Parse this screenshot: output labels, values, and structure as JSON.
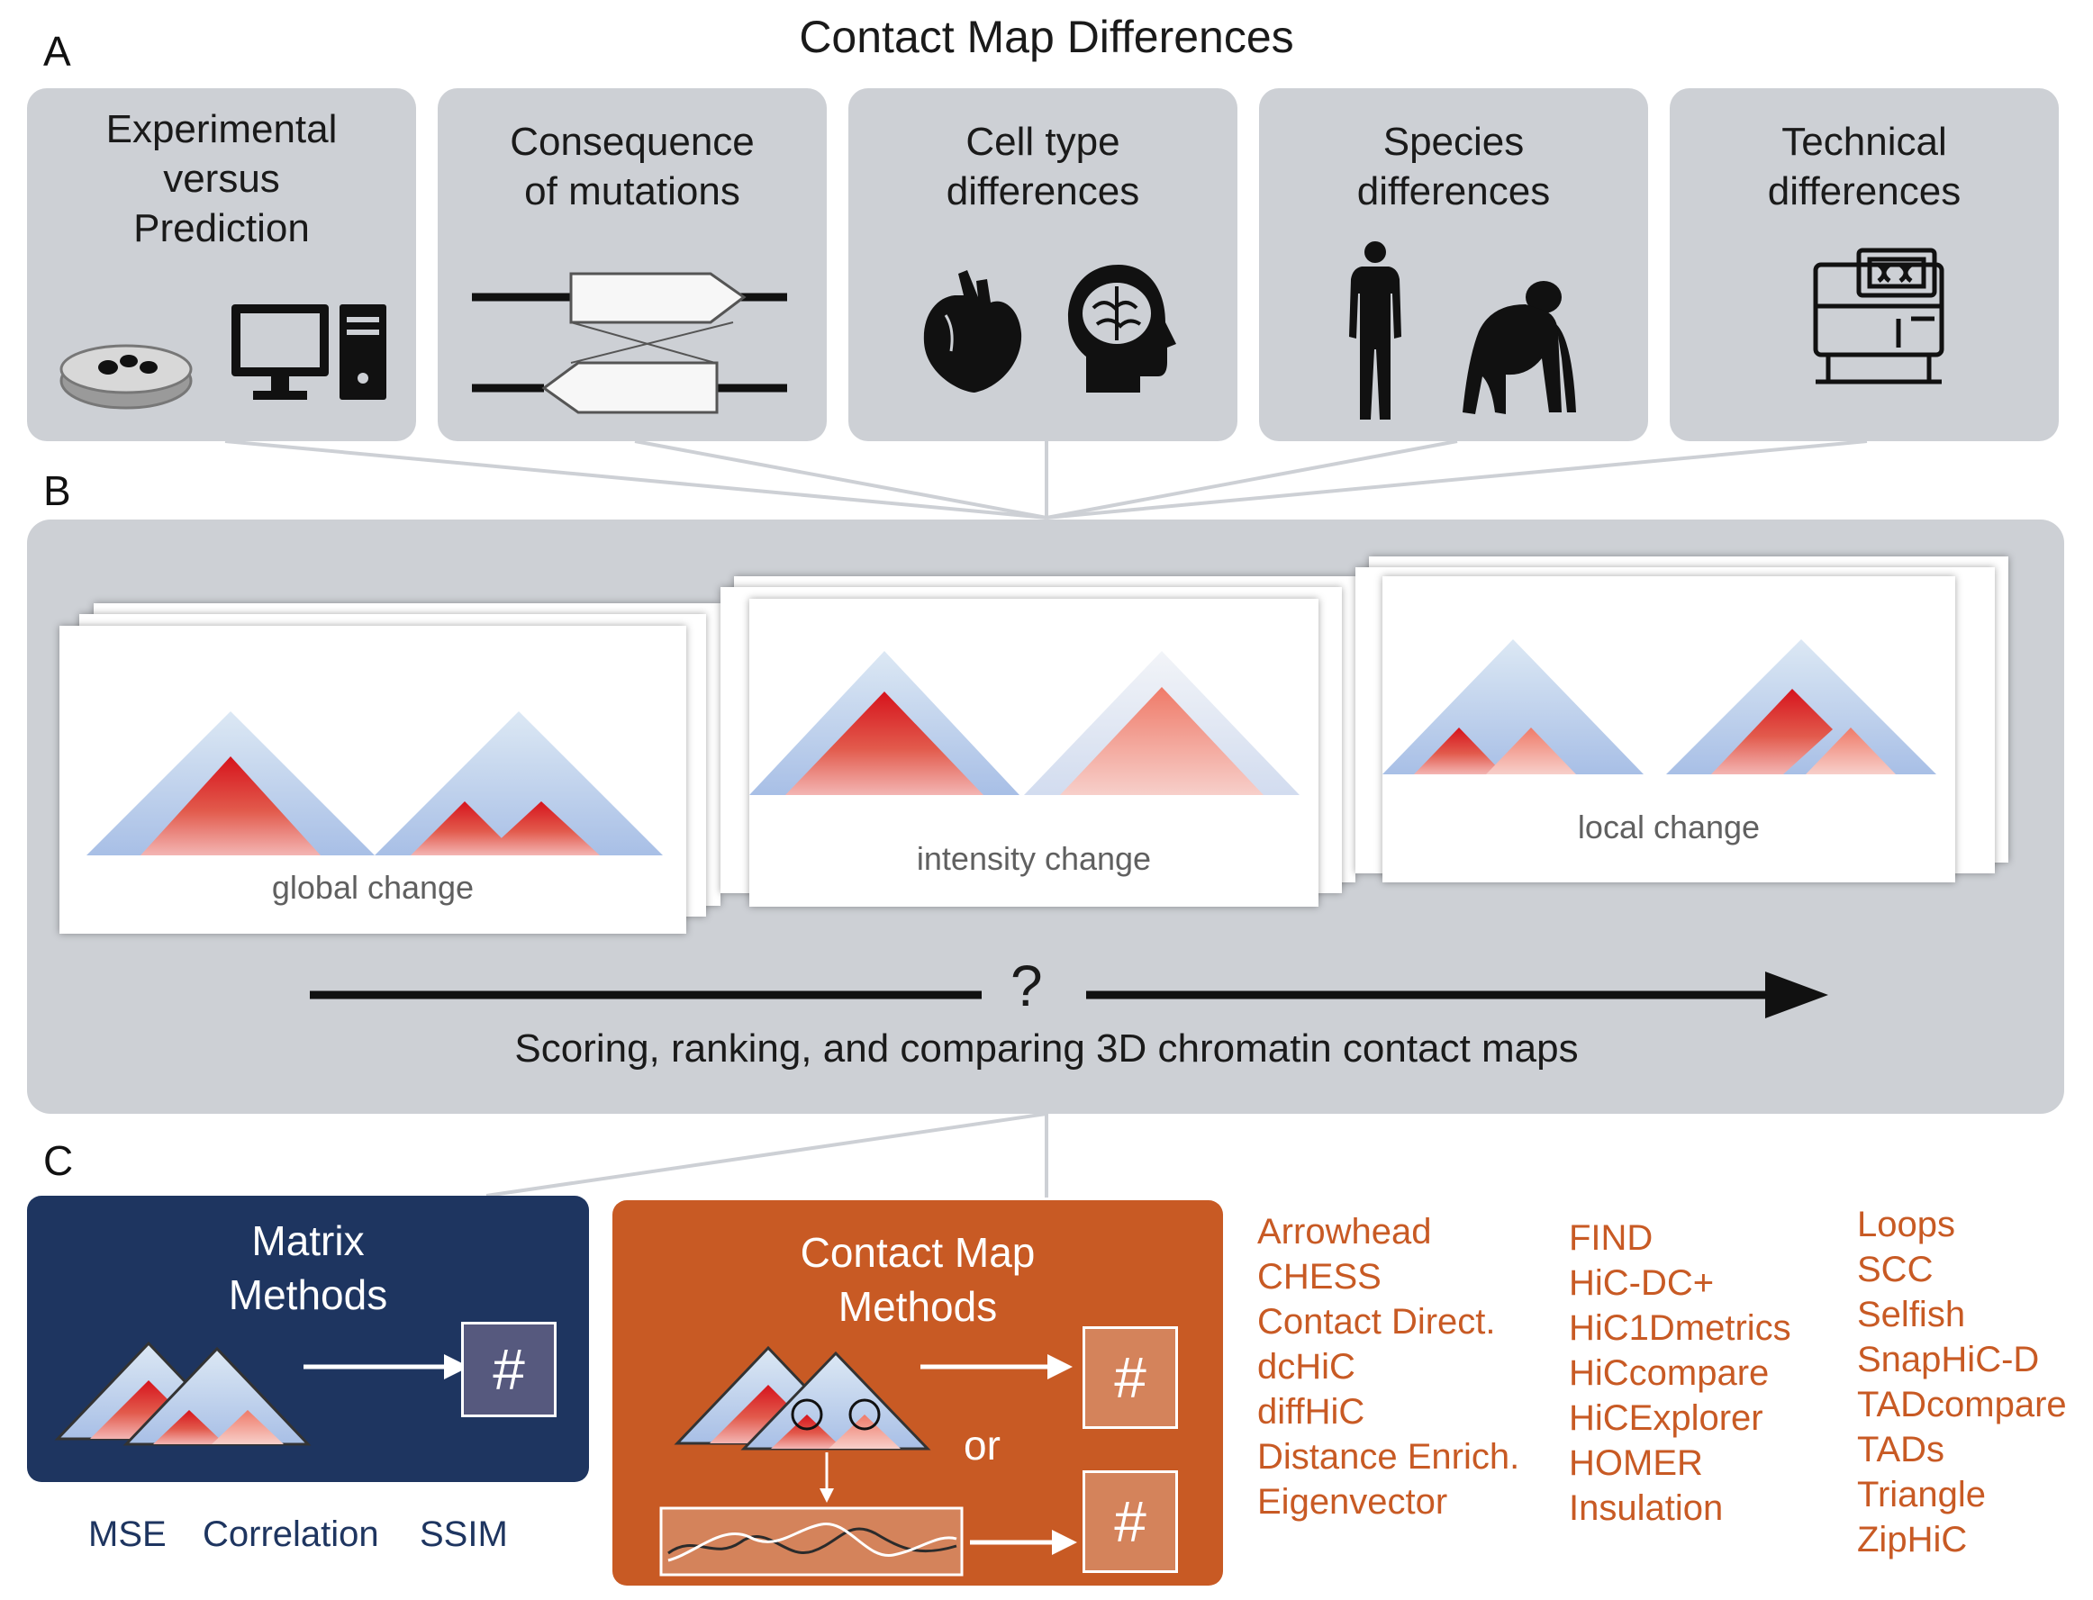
{
  "title": "Contact Map Differences",
  "panels": {
    "a": "A",
    "b": "B",
    "c": "C"
  },
  "categories": [
    {
      "title": "Experimental\nversus\nPrediction",
      "icons": [
        "petri-dish-icon",
        "computer-icon"
      ]
    },
    {
      "title": "Consequence\nof mutations",
      "icons": [
        "inversion-mutation-icon"
      ]
    },
    {
      "title": "Cell type\ndifferences",
      "icons": [
        "heart-icon",
        "brain-head-icon"
      ]
    },
    {
      "title": "Species\ndifferences",
      "icons": [
        "human-icon",
        "chimpanzee-icon"
      ]
    },
    {
      "title": "Technical\ndifferences",
      "icons": [
        "sequencer-machine-icon"
      ]
    }
  ],
  "change_types": [
    {
      "label": "global change"
    },
    {
      "label": "intensity change"
    },
    {
      "label": "local change"
    }
  ],
  "question_mark": "?",
  "scoring_label": "Scoring, ranking, and comparing 3D chromatin contact maps",
  "matrix_methods": {
    "title_line1": "Matrix",
    "title_line2": "Methods",
    "result": "#",
    "metrics": [
      "MSE",
      "Correlation",
      "SSIM"
    ],
    "color": "#1e3560"
  },
  "contact_map_methods": {
    "title_line1": "Contact Map",
    "title_line2": "Methods",
    "or_label": "or",
    "result": "#",
    "color": "#c85a24"
  },
  "tools": [
    [
      "Arrowhead",
      "CHESS",
      "Contact Direct.",
      "dcHiC",
      "diffHiC",
      "Distance Enrich.",
      "Eigenvector"
    ],
    [
      "FIND",
      "HiC-DC+",
      "HiC1Dmetrics",
      "HiCcompare",
      "HiCExplorer",
      "HOMER",
      "Insulation"
    ],
    [
      "Loops",
      "SCC",
      "Selfish",
      "SnapHiC-D",
      "TADcompare",
      "TADs",
      "Triangle",
      "ZipHiC"
    ]
  ]
}
